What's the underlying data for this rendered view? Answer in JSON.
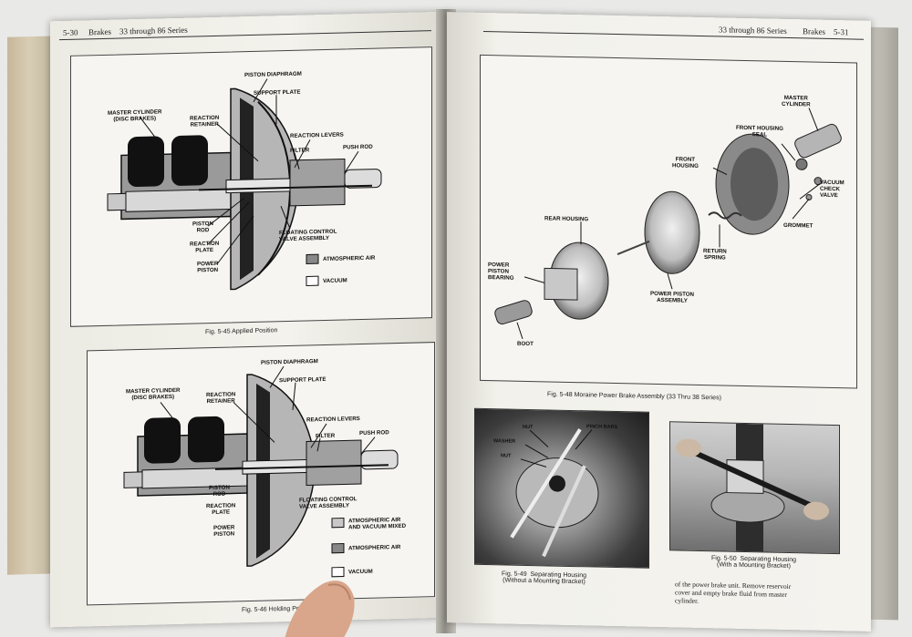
{
  "left_page": {
    "header": {
      "page_no": "5-30",
      "section": "Brakes",
      "series": "33 through 86 Series"
    },
    "fig_top": {
      "caption": "Fig. 5-45  Applied Position",
      "labels": {
        "master_cylinder": "MASTER CYLINDER\n(DISC BRAKES)",
        "reaction_retainer": "REACTION\nRETAINER",
        "piston_diaphragm": "PISTON DIAPHRAGM",
        "support_plate": "SUPPORT PLATE",
        "reaction_levers": "REACTION LEVERS",
        "filter": "FILTER",
        "push_rod": "PUSH ROD",
        "piston_rod": "PISTON\nROD",
        "reaction_plate": "REACTION\nPLATE",
        "power_piston": "POWER\nPISTON",
        "floating_control": "FLOATING CONTROL\nVALVE ASSEMBLY",
        "atmospheric_air": "ATMOSPHERIC AIR",
        "vacuum": "VACUUM"
      }
    },
    "fig_bottom": {
      "caption": "Fig. 5-46  Holding Position",
      "labels": {
        "master_cylinder": "MASTER CYLINDER\n(DISC BRAKES)",
        "reaction_retainer": "REACTION\nRETAINER",
        "piston_diaphragm": "PISTON DIAPHRAGM",
        "support_plate": "SUPPORT PLATE",
        "reaction_levers": "REACTION LEVERS",
        "filter": "FILTER",
        "push_rod": "PUSH ROD",
        "piston_rod": "PISTON\nROD",
        "reaction_plate": "REACTION\nPLATE",
        "power_piston": "POWER\nPISTON",
        "floating_control": "FLOATING CONTROL\nVALVE ASSEMBLY",
        "mixed": "ATMOSPHERIC AIR\nAND VACUUM MIXED",
        "atmospheric_air": "ATMOSPHERIC AIR",
        "vacuum": "VACUUM"
      }
    }
  },
  "right_page": {
    "header": {
      "series": "33 through 86 Series",
      "section": "Brakes",
      "page_no": "5-31"
    },
    "fig_main": {
      "caption": "Fig. 5-48  Moraine Power Brake Assembly (33 Thru 38 Series)",
      "labels": {
        "master_cylinder": "MASTER\nCYLINDER",
        "front_housing_seal": "FRONT HOUSING\nSEAL",
        "front_housing": "FRONT\nHOUSING",
        "vacuum_check_valve": "VACUUM\nCHECK\nVALVE",
        "grommet": "GROMMET",
        "rear_housing": "REAR HOUSING",
        "return_spring": "RETURN\nSPRING",
        "power_piston_bearing": "POWER\nPISTON\nBEARING",
        "power_piston_assembly": "POWER PISTON\nASSEMBLY",
        "boot": "BOOT"
      }
    },
    "photo_left": {
      "caption": "Fig. 5-49  Separating Housing\n(Without a Mounting Bracket)",
      "labels": {
        "nut1": "NUT",
        "washer": "WASHER",
        "nut2": "NUT",
        "pinch_bars": "PINCH BARS"
      }
    },
    "photo_right": {
      "caption": "Fig. 5-50  Separating Housing\n(With a Mounting Bracket)"
    },
    "body_text": "of the power brake unit. Remove reservoir\ncover and empty brake fluid from master\ncylinder."
  },
  "colors": {
    "paper": "#f2f1ea",
    "ink": "#111111",
    "hatch": "#7a7a7a",
    "background": "#e9e9e7"
  }
}
